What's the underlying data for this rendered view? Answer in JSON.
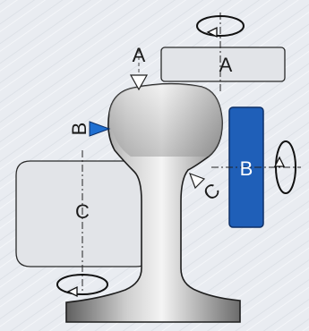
{
  "labels": {
    "a_marker": "A",
    "a_block": "A",
    "b_marker": "B",
    "b_block": "B",
    "c_marker": "C",
    "c_block": "C"
  },
  "colors": {
    "background": "#e9ecf1",
    "rail_light": "#f2f2f2",
    "rail_dark": "#7a7a7a",
    "block_a_fill": "#e2e4e8",
    "block_b_fill": "#1f5fb8",
    "block_c_fill": "#e2e4e8",
    "marker_b": "#1f6fd1",
    "outline": "#1b1b1b"
  },
  "icons": {
    "a": "rotation-arrow-icon",
    "b": "rotation-arrow-icon",
    "c": "rotation-arrow-icon"
  }
}
